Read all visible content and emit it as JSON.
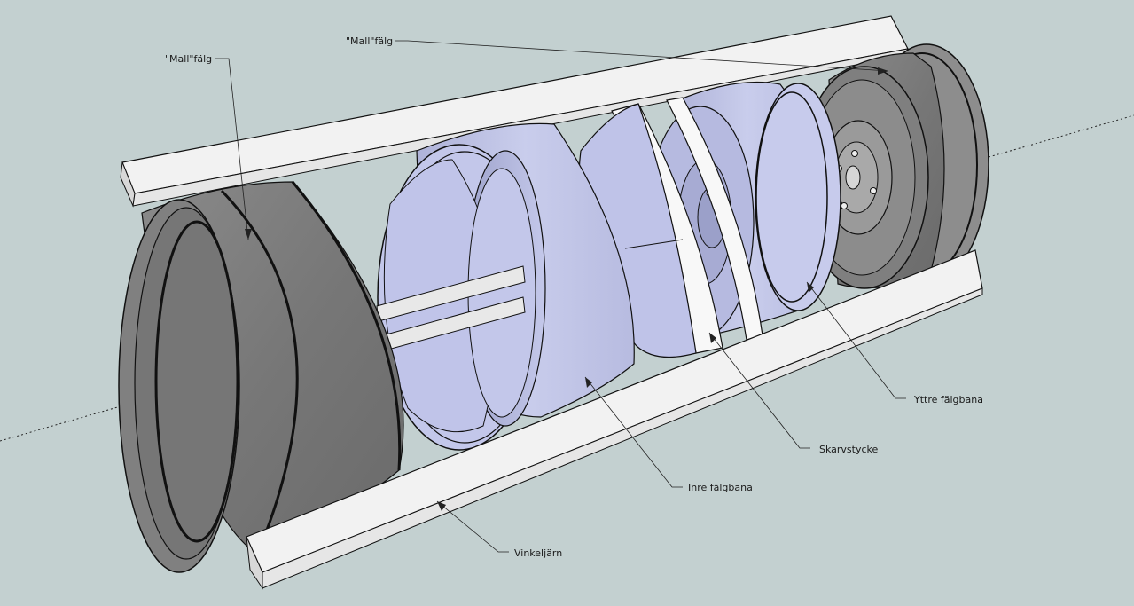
{
  "labels": {
    "mall_falg_left": "\"Mall\"fälg",
    "mall_falg_right": "\"Mall\"fälg",
    "yttre_falgbana": "Yttre fälgbana",
    "skarvstycke": "Skarvstycke",
    "inre_falgbana": "Inre fälgbana",
    "vinkeljarn": "Vinkeljärn"
  },
  "colors": {
    "background": "#c3d0d0",
    "rim_dark": "#7d7d7d",
    "rim_track": "#c1c6e6",
    "steel": "#f2f2f2",
    "outline": "#111111"
  }
}
